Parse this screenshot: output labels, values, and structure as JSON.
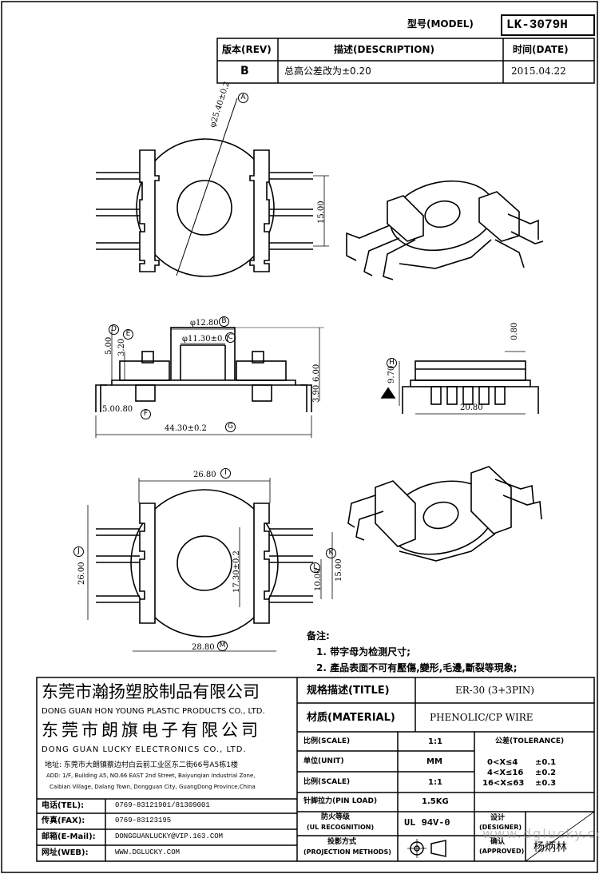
{
  "header": {
    "model_label": "型号(MODEL)",
    "model_value": "LK-3079H",
    "rev_label": "版本(REV)",
    "desc_label": "描述(DESCRIPTION)",
    "date_label": "时间(DATE)",
    "rev_value": "B",
    "desc_value": "总高公差改为±0.20",
    "date_value": "2015.04.22"
  },
  "dims": {
    "a": "φ25.40±0.2",
    "a_tag": "A",
    "h15_top": "15.00",
    "b": "φ12.80",
    "b_tag": "B",
    "c": "φ11.30±0.1",
    "c_tag": "C",
    "d": "5.00",
    "d_tag": "D",
    "e": "3.20",
    "e_tag": "E",
    "f": "5.00.80",
    "f_tag": "F",
    "g": "44.30±0.2",
    "g_tag": "G",
    "h6": "6.00",
    "h39": "3.90",
    "side_080": "0.80",
    "side_970": "9.70",
    "h_tag": "H",
    "side_2080": "20.80",
    "i": "26.80",
    "i_tag": "I",
    "j": "26.00",
    "j_tag": "J",
    "k": "15.00",
    "k_tag": "K",
    "l": "10.00",
    "l_tag": "L",
    "m": "28.80",
    "m_tag": "M",
    "inner": "17.30±0.2"
  },
  "notes": {
    "title": "备注:",
    "n1": "1. 带字母为检测尺寸;",
    "n2": "2. 產品表面不可有壓傷,變形,毛邊,斷裂等現象;"
  },
  "company": {
    "cn1": "东莞市瀚扬塑胶制品有限公司",
    "en1": "DONG GUAN HON YOUNG PLASTIC PRODUCTS CO., LTD.",
    "cn2": "东莞市朗旗电子有限公司",
    "en2": "DONG GUAN LUCKY ELECTRONICS CO., LTD.",
    "addr_cn": "地址: 东莞市大朗镇蔡边村白云前工业区东二街66号A5栋1楼",
    "addr_en1": "ADD: 1/F, Building A5, NO.66 EAST 2nd Street, Baiyunqian Industrial Zone,",
    "addr_en2": "Caibian Village, Dalang Town, Dongguan City, GuangDong Province,China"
  },
  "contact": {
    "tel_label": "电话(TEL):",
    "tel_value": "0769-83121901/81309001",
    "fax_label": "传真(FAX):",
    "fax_value": "0769-83123195",
    "mail_label": "邮箱(E-Mail):",
    "mail_value": "DONGGUANLUCKY@VIP.163.COM",
    "web_label": "网址(WEB):",
    "web_value": "WWW.DGLUCKY.COM"
  },
  "spec": {
    "title_label": "规格描述(TITLE)",
    "title_value": "ER-30 (3+3PIN)",
    "material_label": "材质(MATERIAL)",
    "material_value": "PHENOLIC/CP WIRE",
    "scale_label": "比例(SCALE)",
    "scale_value": "1:1",
    "unit_label": "单位(UNIT)",
    "unit_value": "MM",
    "scale2_label": "比例(SCALE)",
    "scale2_value": "1:1",
    "pin_label": "针脚拉力(PIN LOAD)",
    "pin_value": "1.5KG",
    "ul_label_cn": "防火等级",
    "ul_label_en": "(UL RECOGNITION)",
    "ul_value": "UL 94V-0",
    "proj_label_cn": "投影方式",
    "proj_label_en": "(PROJECTION METHODS)",
    "tol_label": "公差(TOLERANCE)",
    "tol1_range": "0<X≤4",
    "tol1_val": "±0.1",
    "tol2_range": "4<X≤16",
    "tol2_val": "±0.2",
    "tol3_range": "16<X≤63",
    "tol3_val": "±0.3",
    "designer_cn": "设计",
    "designer_en": "(DESIGNER)",
    "approved_cn": "确认",
    "approved_en": "(APPROVED)",
    "approver_name": "杨炳林",
    "watermark": "www.dglucky.com"
  }
}
